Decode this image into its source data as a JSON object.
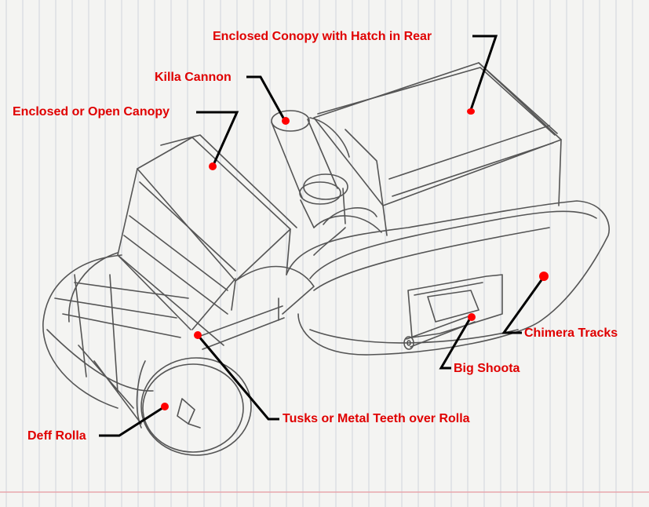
{
  "colors": {
    "paper": "#f4f4f2",
    "rule_lines": "#cfd3dc",
    "margin_line": "#e8a6ad",
    "pencil": "#555555",
    "label_text": "#e00000",
    "leader_line": "#000000",
    "marker_dot": "#ff0000"
  },
  "labels": {
    "enclosed_conopy": "Enclosed Conopy with Hatch in Rear",
    "killa_cannon": "Killa Cannon",
    "enclosed_open_canopy": "Enclosed or Open Canopy",
    "chimera_tracks": "Chimera Tracks",
    "big_shoota": "Big Shoota",
    "tusks": "Tusks or Metal Teeth over Rolla",
    "deff_rolla": "Deff Rolla"
  }
}
